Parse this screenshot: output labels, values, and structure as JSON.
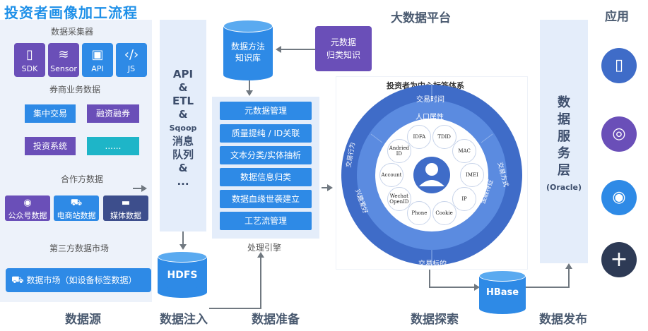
{
  "title": "投资者画像加工流程",
  "platform_title": "大数据平台",
  "app_title": "应用",
  "sources": {
    "collector_title": "数据采集器",
    "collectors": [
      {
        "label": "SDK",
        "icon": "phone-icon"
      },
      {
        "label": "Sensor",
        "icon": "wifi-icon"
      },
      {
        "label": "API",
        "icon": "window-icon"
      },
      {
        "label": "JS",
        "icon": "code-icon"
      }
    ],
    "broker_title": "券商业务数据",
    "broker_items": [
      "集中交易",
      "融资融券",
      "投资系统",
      "......"
    ],
    "partner_title": "合作方数据",
    "partners": [
      {
        "label": "公众号数据",
        "icon": "wechat-icon"
      },
      {
        "label": "电商站数据",
        "icon": "cart-icon"
      },
      {
        "label": "媒体数据",
        "icon": "chat-icon"
      }
    ],
    "market_title": "第三方数据市场",
    "market_item": "数据市场（如设备标签数据）"
  },
  "ingest": {
    "lane_text": [
      "API",
      "&",
      "ETL",
      "&",
      "Sqoop",
      "消息",
      "队列",
      "&",
      "..."
    ],
    "hdfs": "HDFS"
  },
  "prepare": {
    "kb": [
      "数据方法",
      "知识库"
    ],
    "meta_kb": [
      "元数据",
      "归类知识"
    ],
    "steps": [
      "元数据管理",
      "质量提纯 / ID关联",
      "文本分类/实体抽析",
      "数据信息归类",
      "数据血缘世袭建立",
      "工艺流管理"
    ],
    "engine": "处理引擎"
  },
  "explore": {
    "wheel_title": "投资者为中心标签体系",
    "ring_outer": [
      "交易时间",
      "交易方式",
      "交易标的",
      "交易行为"
    ],
    "ring_inner": [
      "人口属性",
      "金融特征",
      "兴趣爱好"
    ],
    "ids": [
      "TDID",
      "MAC",
      "IMEI",
      "IP",
      "Cookie",
      "Phone",
      "Wechat OpenID",
      "Account",
      "Andried ID",
      "IDFA"
    ],
    "hbase": "HBase"
  },
  "publish": {
    "lane_text": [
      "数",
      "据",
      "服",
      "务",
      "层"
    ],
    "oracle": "(Oracle)"
  },
  "apps": [
    "phone-chart-icon",
    "compass-user-icon",
    "radar-icon",
    "plus-icon"
  ],
  "footer": [
    "数据源",
    "数据注入",
    "数据准备",
    "数据探索",
    "数据发布"
  ],
  "colors": {
    "title_blue": "#1E90E8",
    "proc_blue": "#2E8AE6",
    "wheel_dark": "#3F6CC8",
    "wheel_mid": "#5B8BE0",
    "purple": "#6A4FB8",
    "teal": "#1EB5C8"
  }
}
